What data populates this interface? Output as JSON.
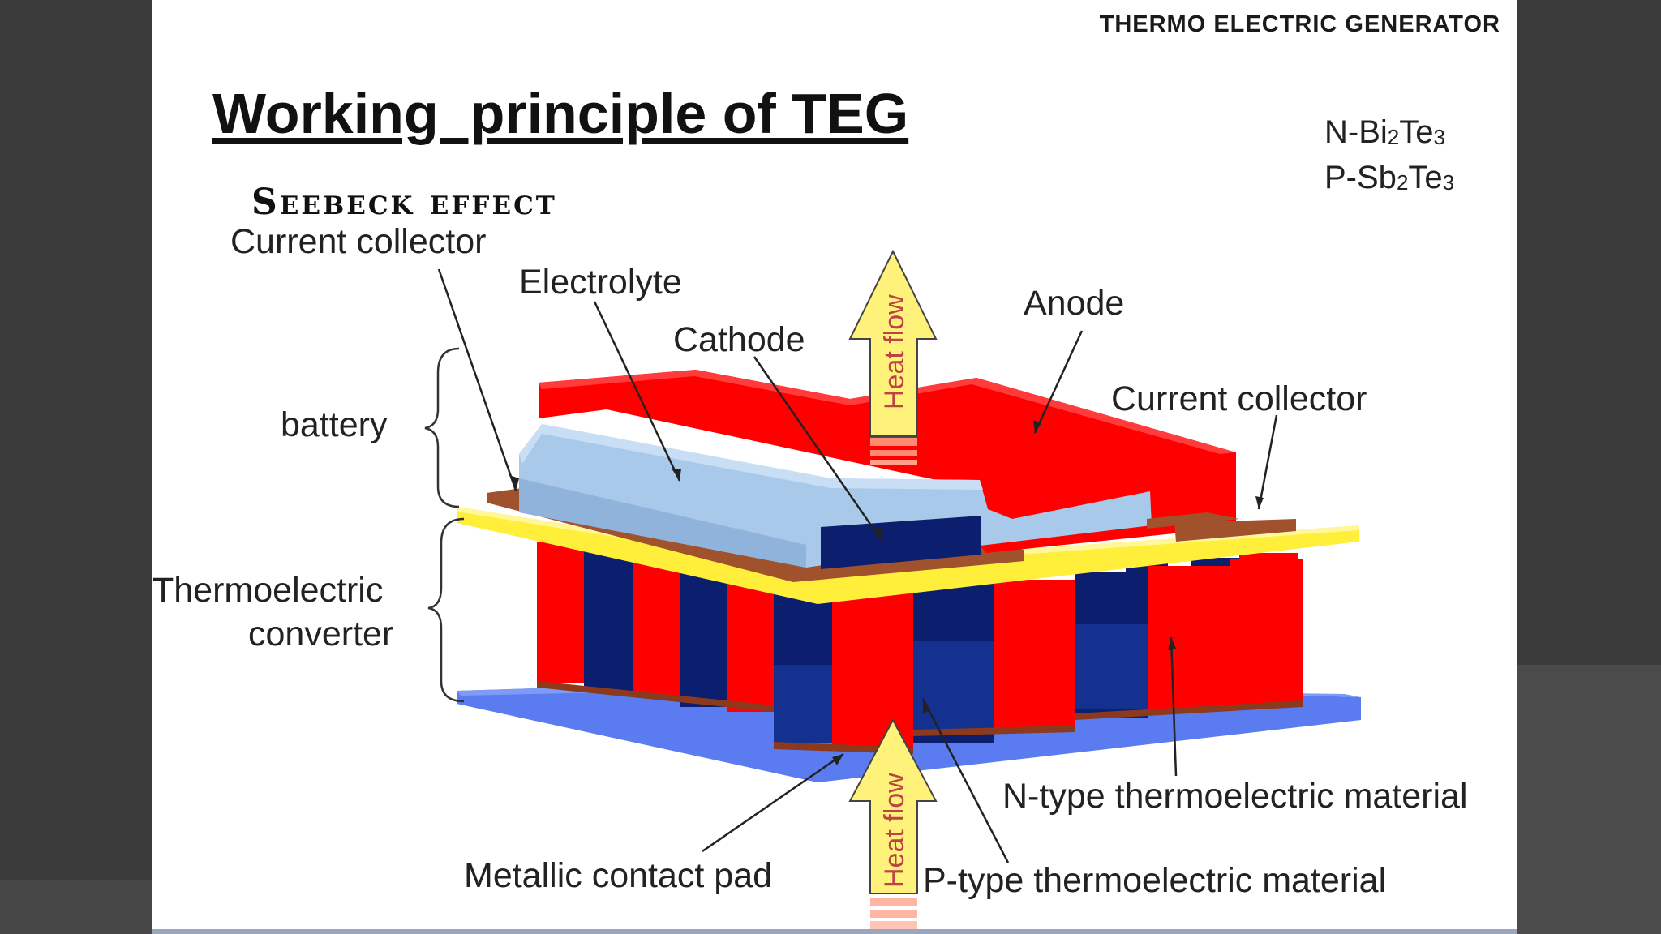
{
  "header": {
    "label": "THERMO ELECTRIC GENERATOR"
  },
  "title": "Working  principle of TEG",
  "subtitle": "Seebeck effect",
  "materials": [
    {
      "prefix": "N-Bi",
      "sub1": "2",
      "mid": "Te",
      "sub2": "3"
    },
    {
      "prefix": "P-Sb",
      "sub1": "2",
      "mid": "Te",
      "sub2": "3"
    }
  ],
  "labels": {
    "current_collector_left": "Current collector",
    "electrolyte": "Electrolyte",
    "cathode": "Cathode",
    "anode": "Anode",
    "current_collector_right": "Current collector",
    "battery": "battery",
    "thermoelectric": "Thermoelectric",
    "converter": "converter",
    "heat_flow_top": "Heat flow",
    "heat_flow_bottom": "Heat flow",
    "n_type": "N-type thermoelectric material",
    "p_type": "P-type thermoelectric material",
    "metallic_pad": "Metallic contact pad"
  },
  "colors": {
    "red": "#ff0000",
    "navy": "#0c1f6e",
    "yellow": "#ffee3a",
    "blue_plate": "#5b7cf0",
    "brown": "#a0522d",
    "light_blue": "#a9c9ea",
    "arrow_yellow": "#fff27a"
  }
}
